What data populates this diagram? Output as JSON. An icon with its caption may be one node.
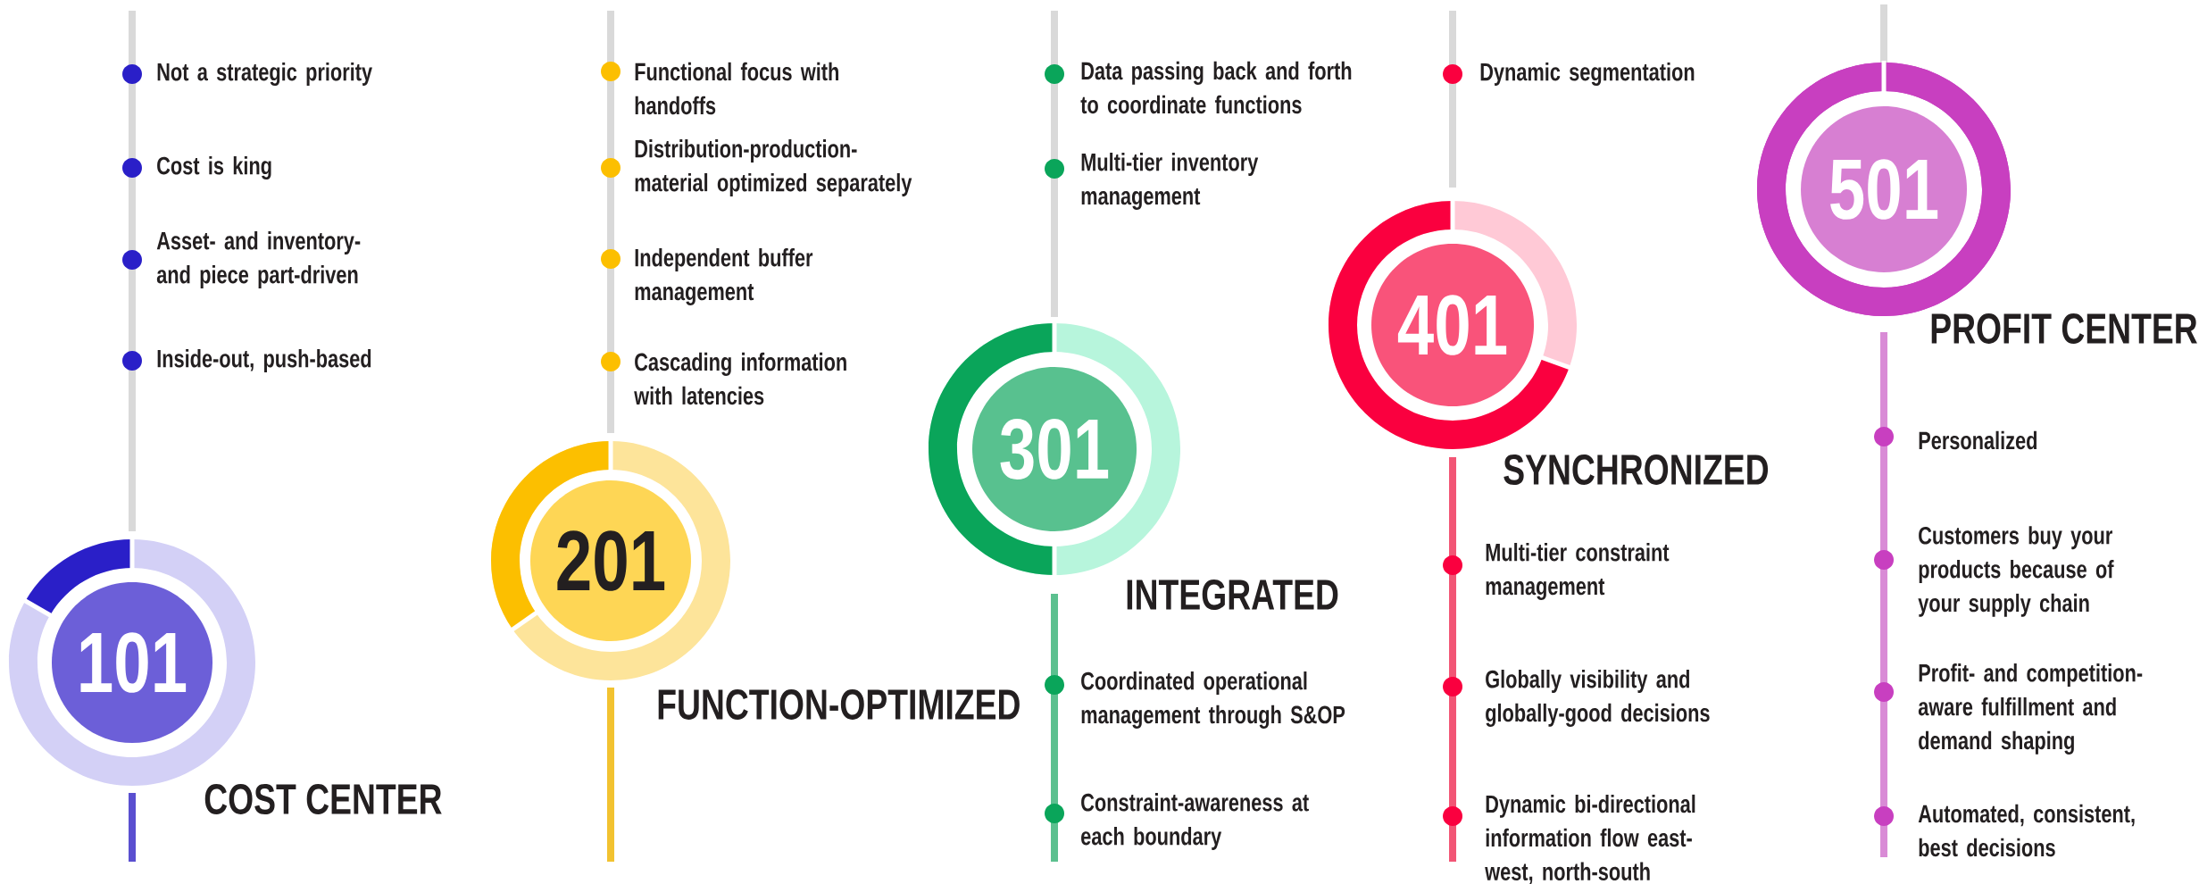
{
  "diagram": {
    "nodes": [
      {
        "text": [
          "101",
          "COST CENTER"
        ],
        "beside": [
          "Not a strategic priority",
          "Cost is king",
          "Asset- and inventory- and piece part-driven",
          "Inside-out, push-based"
        ]
      },
      {
        "text": [
          "201",
          "FUNCTION-OPTIMIZED"
        ],
        "beside": [
          "Functional focus with handoffs",
          "Distribution-production- material optimized separately",
          "Independent buffer management",
          "Cascading information with latencies"
        ]
      },
      {
        "text": [
          "301",
          "INTEGRATED"
        ],
        "beside": [
          "Data passing back and forth to coordinate functions",
          "Multi-tier inventory management",
          "Coordinated operational management through S&OP",
          "Constraint-awareness at each boundary"
        ]
      },
      {
        "text": [
          "401",
          "SYNCHRONIZED"
        ],
        "beside": [
          "Multi-tier constraint management",
          "Globally visibility and globally-good decisions",
          "Dynamic bi-directional information flow east- west, north-south"
        ]
      },
      {
        "text": [
          "501",
          "PROFIT CENTER"
        ],
        "beside": [
          "Personalized",
          "Customers buy your products because of your supply chain",
          "Profit- and competition- aware fulfillment and demand shaping",
          "Automated, consistent, best decisions"
        ]
      }
    ],
    "labels": [
      "Dynamic segmentation"
    ]
  }
}
